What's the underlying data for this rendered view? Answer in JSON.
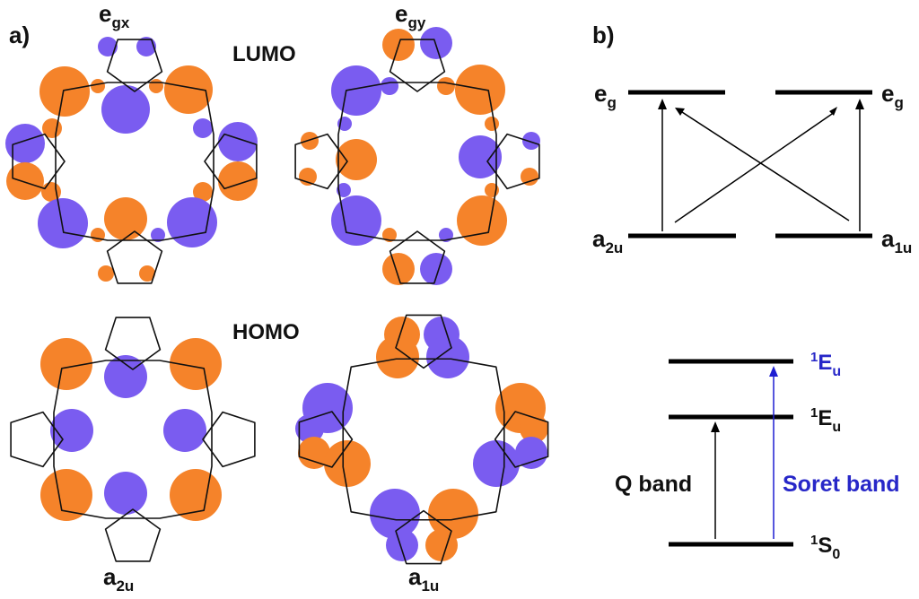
{
  "panels": {
    "a": {
      "label": "a)",
      "lumo_label": "LUMO",
      "homo_label": "HOMO",
      "orbitals": {
        "egx": {
          "main": "e",
          "sub": "gx"
        },
        "egy": {
          "main": "e",
          "sub": "gy"
        },
        "a2u": {
          "main": "a",
          "sub": "2u"
        },
        "a1u": {
          "main": "a",
          "sub": "1u"
        }
      }
    },
    "b": {
      "label": "b)",
      "mo_levels": {
        "eg_left": {
          "main": "e",
          "sub": "g"
        },
        "eg_right": {
          "main": "e",
          "sub": "g"
        },
        "a2u": {
          "main": "a",
          "sub": "2u"
        },
        "a1u": {
          "main": "a",
          "sub": "1u"
        }
      },
      "states": {
        "upper_Eu": {
          "sup": "1",
          "main": "E",
          "sub": "u"
        },
        "lower_Eu": {
          "sup": "1",
          "main": "E",
          "sub": "u"
        },
        "ground_S0": {
          "sup": "1",
          "main": "S",
          "sub": "0"
        }
      },
      "q_band": "Q band",
      "soret_band": "Soret band"
    }
  },
  "colors": {
    "lobe_orange": "#f5832a",
    "lobe_purple": "#7a5cf0",
    "soret_blue": "#2727c8",
    "line": "#000000"
  }
}
